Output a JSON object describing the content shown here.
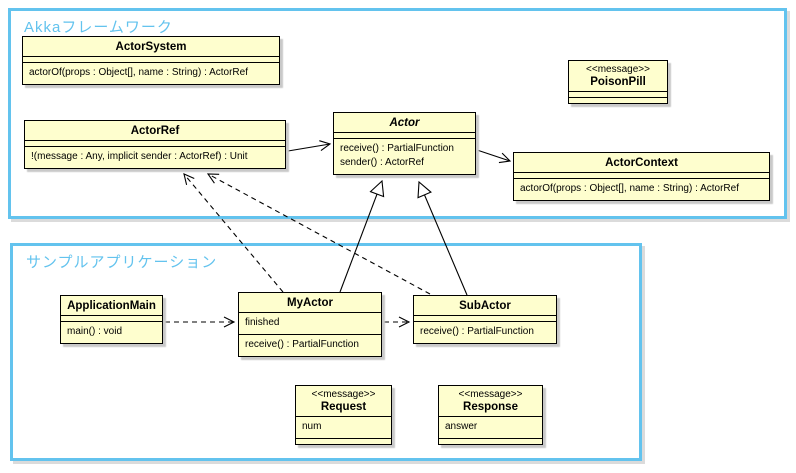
{
  "colors": {
    "package_border": "#63C3EE",
    "package_title_text": "#63C3EE",
    "class_fill": "#FEFECE",
    "class_border": "#000000",
    "relation_line": "#000000",
    "background": "#FFFFFF"
  },
  "packages": {
    "akka": {
      "title": "Akkaフレームワーク"
    },
    "sample": {
      "title": "サンプルアプリケーション"
    }
  },
  "classes": {
    "actor_system": {
      "name": "ActorSystem",
      "method1": "actorOf(props : Object[], name : String) : ActorRef"
    },
    "actor_ref": {
      "name": "ActorRef",
      "method1": "!(message : Any, implicit sender : ActorRef) : Unit"
    },
    "actor": {
      "name": "Actor",
      "method1": "receive() : PartialFunction",
      "method2": "sender() : ActorRef"
    },
    "poison_pill": {
      "stereotype": "<<message>>",
      "name": "PoisonPill"
    },
    "actor_context": {
      "name": "ActorContext",
      "method1": "actorOf(props : Object[], name : String) : ActorRef"
    },
    "application_main": {
      "name": "ApplicationMain",
      "method1": "main() : void"
    },
    "my_actor": {
      "name": "MyActor",
      "attr1": "finished",
      "method1": "receive() : PartialFunction"
    },
    "sub_actor": {
      "name": "SubActor",
      "method1": "receive() : PartialFunction"
    },
    "request": {
      "stereotype": "<<message>>",
      "name": "Request",
      "attr1": "num"
    },
    "response": {
      "stereotype": "<<message>>",
      "name": "Response",
      "attr1": "answer"
    }
  },
  "relations": [
    {
      "from": "ActorRef",
      "to": "Actor",
      "type": "directed-association",
      "line": "solid"
    },
    {
      "from": "Actor",
      "to": "ActorContext",
      "type": "directed-association",
      "line": "solid"
    },
    {
      "from": "MyActor",
      "to": "Actor",
      "type": "generalization",
      "line": "solid"
    },
    {
      "from": "SubActor",
      "to": "Actor",
      "type": "generalization",
      "line": "solid"
    },
    {
      "from": "MyActor",
      "to": "ActorRef",
      "type": "dependency",
      "line": "dashed"
    },
    {
      "from": "SubActor",
      "to": "ActorRef",
      "type": "dependency",
      "line": "dashed"
    },
    {
      "from": "ApplicationMain",
      "to": "MyActor",
      "type": "dependency",
      "line": "dashed"
    },
    {
      "from": "MyActor",
      "to": "SubActor",
      "type": "dependency",
      "line": "dashed"
    }
  ]
}
